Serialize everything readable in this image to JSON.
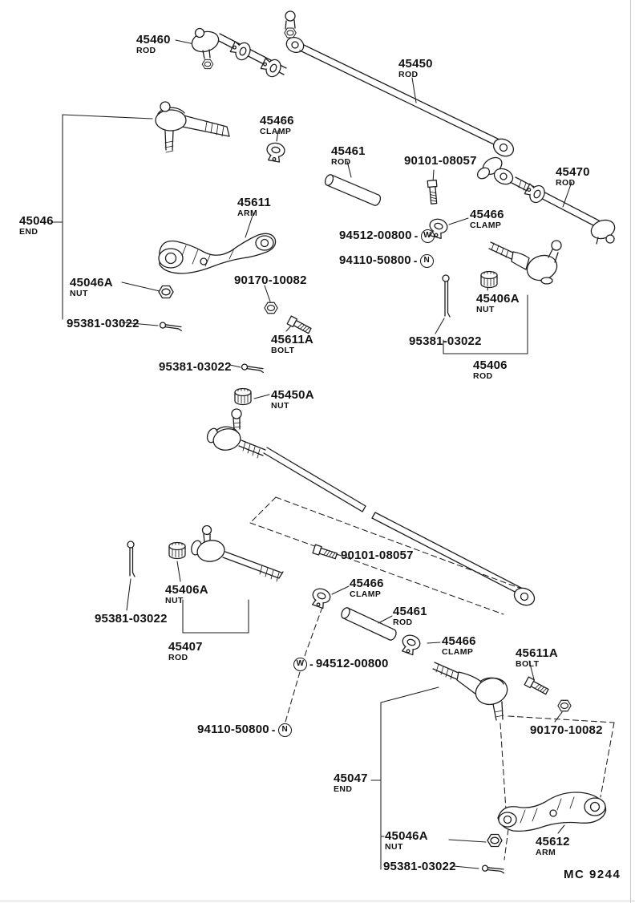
{
  "page": {
    "footer_code": "MC 9244"
  },
  "symbols": {
    "washer": "W",
    "nut": "N"
  },
  "labels": {
    "l45460": {
      "num": "45460",
      "sub": "ROD"
    },
    "l45450": {
      "num": "45450",
      "sub": "ROD"
    },
    "l45466_1": {
      "num": "45466",
      "sub": "CLAMP"
    },
    "l45461_1": {
      "num": "45461",
      "sub": "ROD"
    },
    "l90101_1": {
      "num": "90101-08057"
    },
    "l45470": {
      "num": "45470",
      "sub": "ROD"
    },
    "l45611": {
      "num": "45611",
      "sub": "ARM"
    },
    "l45466_2": {
      "num": "45466",
      "sub": "CLAMP"
    },
    "l94512_1": {
      "num": "94512-00800"
    },
    "l45046": {
      "num": "45046",
      "sub": "END"
    },
    "l94110_1": {
      "num": "94110-50800"
    },
    "l45046A_1": {
      "num": "45046A",
      "sub": "NUT"
    },
    "l90170_1": {
      "num": "90170-10082"
    },
    "l45406A_1": {
      "num": "45406A",
      "sub": "NUT"
    },
    "l95381_1": {
      "num": "95381-03022"
    },
    "l45611A_1": {
      "num": "45611A",
      "sub": "BOLT"
    },
    "l95381_2": {
      "num": "95381-03022"
    },
    "l95381_3": {
      "num": "95381-03022"
    },
    "l45406": {
      "num": "45406",
      "sub": "ROD"
    },
    "l45450A": {
      "num": "45450A",
      "sub": "NUT"
    },
    "l90101_2": {
      "num": "90101-08057"
    },
    "l45406A_2": {
      "num": "45406A",
      "sub": "NUT"
    },
    "l45466_3": {
      "num": "45466",
      "sub": "CLAMP"
    },
    "l45461_2": {
      "num": "45461",
      "sub": "ROD"
    },
    "l95381_4": {
      "num": "95381-03022"
    },
    "l45466_4": {
      "num": "45466",
      "sub": "CLAMP"
    },
    "l45407": {
      "num": "45407",
      "sub": "ROD"
    },
    "l45611A_2": {
      "num": "45611A",
      "sub": "BOLT"
    },
    "l94512_2": {
      "num": "94512-00800"
    },
    "l90170_2": {
      "num": "90170-10082"
    },
    "l94110_2": {
      "num": "94110-50800"
    },
    "l45047": {
      "num": "45047",
      "sub": "END"
    },
    "l45046A_2": {
      "num": "45046A",
      "sub": "NUT"
    },
    "l45612": {
      "num": "45612",
      "sub": "ARM"
    },
    "l95381_5": {
      "num": "95381-03022"
    }
  }
}
